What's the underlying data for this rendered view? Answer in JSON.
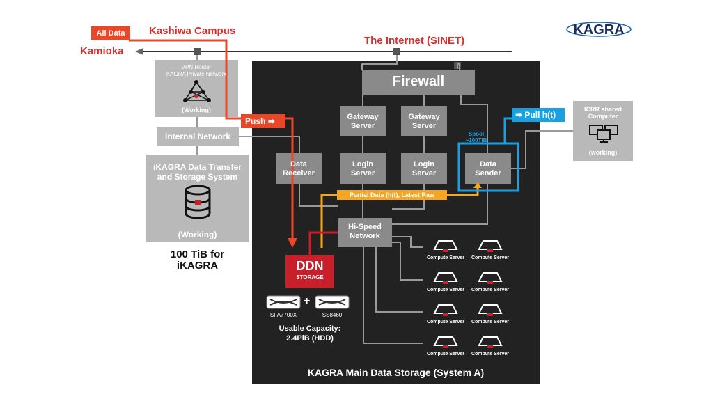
{
  "top": {
    "all_data": "All Data",
    "kashiwa": "Kashiwa Campus",
    "kamioka": "Kamioka",
    "internet": "The Internet (SINET)",
    "logo": "KAGRA"
  },
  "left": {
    "vpn_router": "VPN Router",
    "vpn_network": "KAGRA Private Network",
    "vpn_status": "(Working)",
    "internal_network": "Internal Network",
    "ikagra_title_1": "iKAGRA Data Transfer",
    "ikagra_title_2": "and Storage System",
    "ikagra_status": "(Working)",
    "capacity_1": "100 TiB for",
    "capacity_2": "iKAGRA"
  },
  "main": {
    "firewall": "Firewall",
    "gateway_1_a": "Gateway",
    "gateway_1_b": "Server",
    "gateway_2_a": "Gateway",
    "gateway_2_b": "Server",
    "login_1_a": "Login",
    "login_1_b": "Server",
    "login_2_a": "Login",
    "login_2_b": "Server",
    "receiver_a": "Data",
    "receiver_b": "Receiver",
    "sender_a": "Data",
    "sender_b": "Sender",
    "push": "Push",
    "pull": "Pull h(t)",
    "spool_a": "Spool",
    "spool_b": "~100TiB",
    "partial": "Partial Data (h(t), Latest Raw",
    "hispeed_a": "Hi-Speed",
    "hispeed_b": "Network",
    "ddn_a": "DDN",
    "ddn_b": "STORAGE",
    "sfa": "SFA7700X",
    "ss": "SS8460",
    "plus": "+",
    "usable_1": "Usable Capacity:",
    "usable_2": "2.4PiB (HDD)",
    "compute": [
      "Compute Server",
      "Compute Server",
      "Compute Server",
      "Compute Server",
      "Compute Server",
      "Compute Server",
      "Compute Server",
      "Compute Server"
    ],
    "caption": "KAGRA Main Data Storage (System A)"
  },
  "icrr": {
    "title_1": "ICRR shared",
    "title_2": "Computer",
    "status": "(working)"
  },
  "colors": {
    "orange": "#e8482a",
    "red": "#c8202a",
    "blue": "#1a9fe0",
    "yellow": "#f5a623",
    "panel": "#222222",
    "grey_box": "#8a8a8a"
  }
}
